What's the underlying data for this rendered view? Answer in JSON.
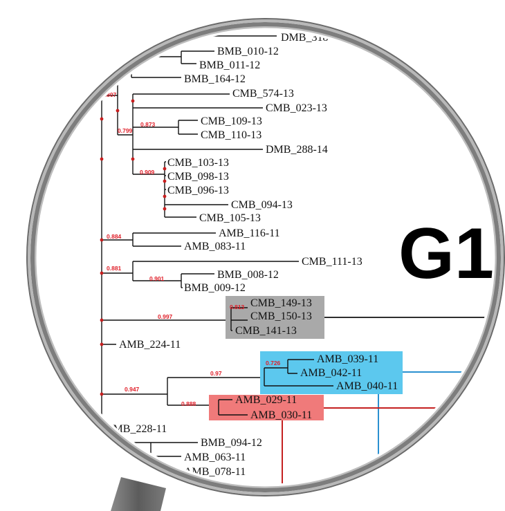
{
  "group_label": "G1",
  "colors": {
    "support_text": "#e0202a",
    "node_dot": "#c81e1e",
    "highlight_grey": "#a9a9a9",
    "highlight_blue": "#5cc8ee",
    "highlight_red": "#f07a7a",
    "connector_black": "#111111",
    "connector_blue": "#2a90d0",
    "connector_red": "#c42020",
    "lens_rim": "#8c8c8c",
    "handle": "#6f6f6f"
  },
  "icons": {
    "lens": "magnifying-glass-icon"
  },
  "leaves": {
    "dmb_318": "DMB_318-",
    "bmb_010_12": "BMB_010-12",
    "bmb_011_12": "BMB_011-12",
    "bmb_164_12": "BMB_164-12",
    "cmb_574_13": "CMB_574-13",
    "cmb_023_13": "CMB_023-13",
    "cmb_109_13": "CMB_109-13",
    "cmb_110_13": "CMB_110-13",
    "dmb_288_14": "DMB_288-14",
    "cmb_103_13": "CMB_103-13",
    "cmb_098_13": "CMB_098-13",
    "cmb_096_13": "CMB_096-13",
    "cmb_094_13": "CMB_094-13",
    "cmb_105_13": "CMB_105-13",
    "amb_116_11": "AMB_116-11",
    "amb_083_11": "AMB_083-11",
    "cmb_111_13": "CMB_111-13",
    "bmb_008_12": "BMB_008-12",
    "bmb_009_12": "BMB_009-12",
    "cmb_149_13": "CMB_149-13",
    "cmb_150_13": "CMB_150-13",
    "cmb_141_13": "CMB_141-13",
    "amb_224_11": "AMB_224-11",
    "amb_039_11": "AMB_039-11",
    "amb_042_11": "AMB_042-11",
    "amb_040_11": "AMB_040-11",
    "amb_029_11": "AMB_029-11",
    "amb_030_11": "AMB_030-11",
    "amb_228_11": "AMB_228-11",
    "bmb_094_12": "BMB_094-12",
    "amb_063_11": "AMB_063-11",
    "amb_078_11": "AMB_078-11"
  },
  "supports": {
    "s_0937": "0.937",
    "s_0807": "0.807",
    "s_0799": "0.799",
    "s_0873": "0.873",
    "s_0909": "0.909",
    "s_0884": "0.884",
    "s_0881": "0.881",
    "s_0901": "0.901",
    "s_0997": "0.997",
    "s_0813": "0.813",
    "s_097": "0.97",
    "s_0947": "0.947",
    "s_0726": "0.726",
    "s_0888": "0.888"
  }
}
